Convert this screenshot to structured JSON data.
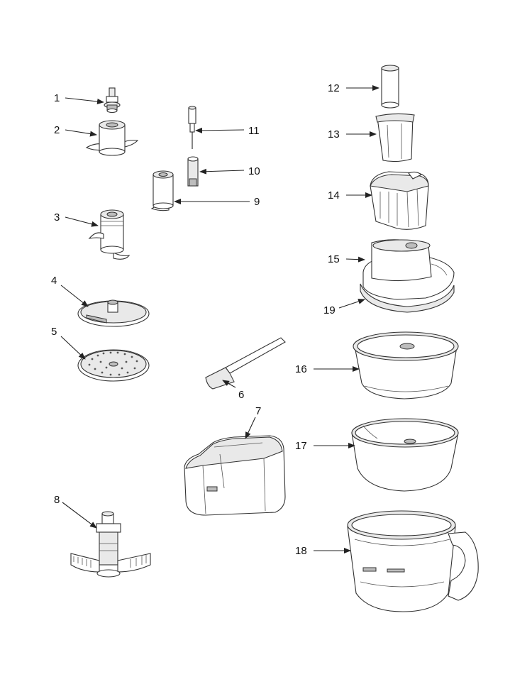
{
  "callouts": [
    {
      "id": "1",
      "text": "1"
    },
    {
      "id": "2",
      "text": "2"
    },
    {
      "id": "3",
      "text": "3"
    },
    {
      "id": "4",
      "text": "4"
    },
    {
      "id": "5",
      "text": "5"
    },
    {
      "id": "6",
      "text": "6"
    },
    {
      "id": "7",
      "text": "7"
    },
    {
      "id": "8",
      "text": "8"
    },
    {
      "id": "9",
      "text": "9"
    },
    {
      "id": "10",
      "text": "10"
    },
    {
      "id": "11",
      "text": "11"
    },
    {
      "id": "12",
      "text": "12"
    },
    {
      "id": "13",
      "text": "13"
    },
    {
      "id": "14",
      "text": "14"
    },
    {
      "id": "15",
      "text": "15"
    },
    {
      "id": "16",
      "text": "16"
    },
    {
      "id": "17",
      "text": "17"
    },
    {
      "id": "18",
      "text": "18"
    },
    {
      "id": "19",
      "text": "19"
    }
  ],
  "colors": {
    "line": "#222222",
    "background": "#ffffff",
    "shade": "#e9e9e9"
  }
}
